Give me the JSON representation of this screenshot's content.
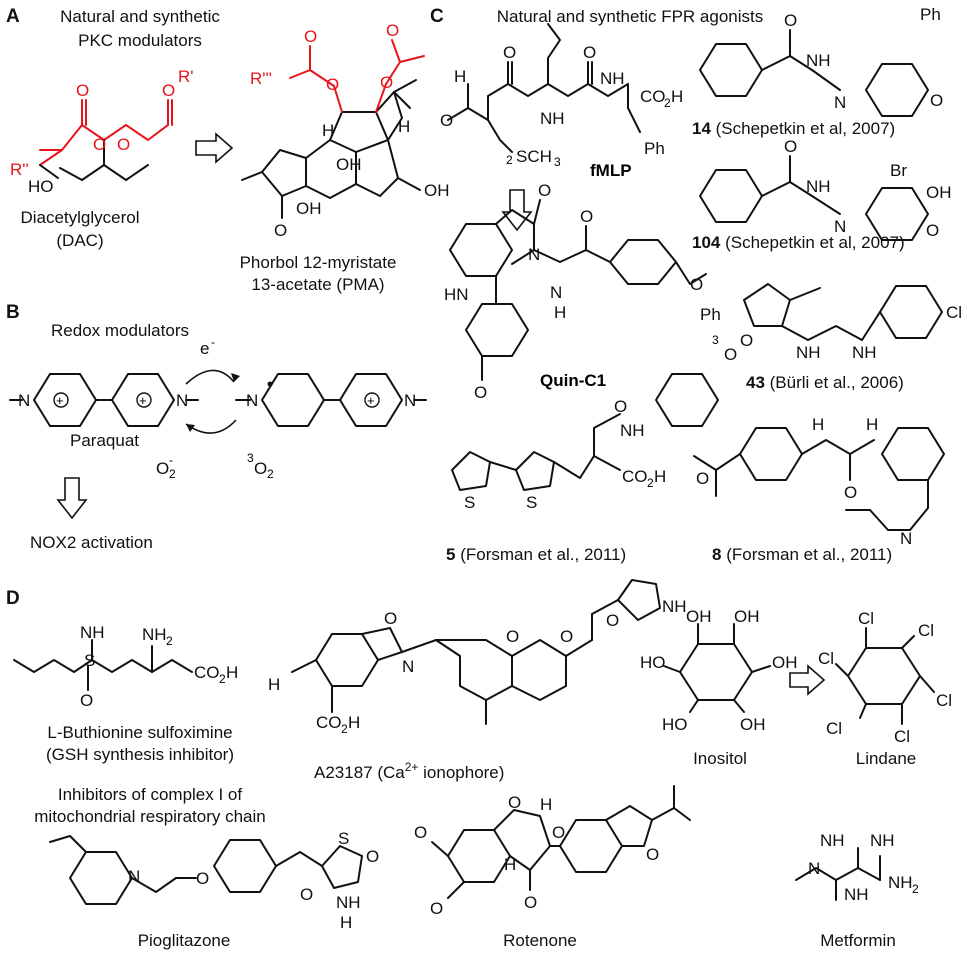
{
  "panels": {
    "A": {
      "letter": "A",
      "title_line1": "Natural and synthetic",
      "title_line2": "PKC modulators",
      "compound1_name_line1": "Diacetylglycerol",
      "compound1_name_line2": "(DAC)",
      "compound2_name_line1": "Phorbol 12-myristate",
      "compound2_name_line2": "13-acetate (PMA)"
    },
    "B": {
      "letter": "B",
      "title": "Redox modulators",
      "paraquat": "Paraquat",
      "electron": "e",
      "superoxide": "O",
      "oxygen": "O",
      "outcome": "NOX2 activation"
    },
    "C": {
      "letter": "C",
      "title": "Natural and synthetic FPR agonists",
      "fmlp": "fMLP",
      "quin": "Quin-C1",
      "c14_num": "14",
      "c14_ref": " (Schepetkin et al, 2007)",
      "c104_num": "104",
      "c104_ref": " (Schepetkin et al, 2007)",
      "c43_num": "43",
      "c43_ref": " (Bürli et al., 2006)",
      "c5_num": "5",
      "c5_ref": " (Forsman et al., 2011)",
      "c8_num": "8",
      "c8_ref": " (Forsman et al., 2011)"
    },
    "D": {
      "letter": "D",
      "bso_line1": "L-Buthionine sulfoximine",
      "bso_line2": "(GSH synthesis inhibitor)",
      "a23187_prefix": "A23187 (Ca",
      "a23187_sup": "2+",
      "a23187_suffix": " ionophore)",
      "inositol": "Inositol",
      "lindane": "Lindane",
      "complex1_line1": "Inhibitors of complex I of",
      "complex1_line2": "mitochondrial respiratory chain",
      "pioglitazone": "Pioglitazone",
      "rotenone": "Rotenone",
      "metformin": "Metformin"
    }
  },
  "atoms": {
    "O": "O",
    "OH": "OH",
    "HO": "HO",
    "H": "H",
    "N": "N",
    "NH": "NH",
    "HN": "HN",
    "S": "S",
    "Cl": "Cl",
    "Br": "Br",
    "Ph": "Ph",
    "NH2": "NH",
    "CO2H": "CO",
    "two": "2",
    "SCH3": "SCH",
    "R1": "R'",
    "R2": "R''",
    "R3": "R'''",
    "Nplus": "N",
    "plus": "+",
    "minus": "-",
    "three": "3"
  },
  "colors": {
    "ink": "#111111",
    "accent_red": "#e8141c",
    "background": "#ffffff"
  }
}
